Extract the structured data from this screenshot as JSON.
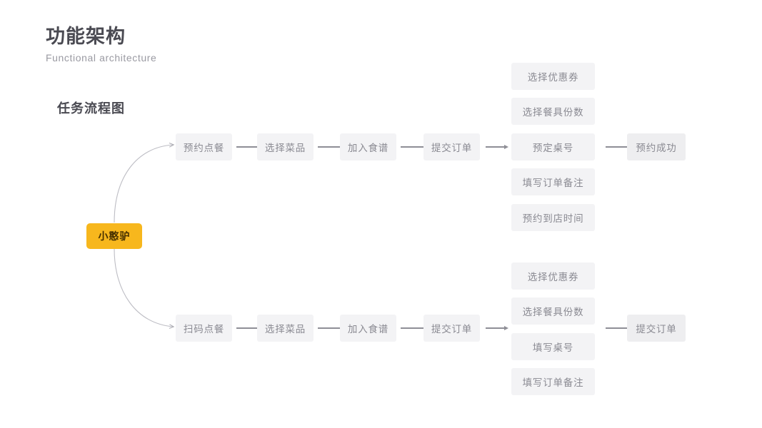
{
  "header": {
    "title": "功能架构",
    "subtitle": "Functional architecture"
  },
  "section": {
    "title": "任务流程图"
  },
  "colors": {
    "background": "#ffffff",
    "node_fill": "#f3f3f5",
    "node_text": "#8a8a92",
    "root_fill": "#f7b71d",
    "root_text": "#463000",
    "edge": "#b4b4bc",
    "arrow": "#8e8e96",
    "title_text": "#4a4a52",
    "subtitle_text": "#9a9aa2"
  },
  "chart_data": {
    "type": "diagram",
    "title": "任务流程图",
    "root": {
      "id": "root",
      "label": "小憨驴"
    },
    "branches": [
      {
        "id": "branch-reservation",
        "steps": [
          {
            "id": "r-step-1",
            "label": "预约点餐"
          },
          {
            "id": "r-step-2",
            "label": "选择菜品"
          },
          {
            "id": "r-step-3",
            "label": "加入食谱"
          },
          {
            "id": "r-step-4",
            "label": "提交订单"
          }
        ],
        "options": [
          {
            "id": "r-opt-1",
            "label": "选择优惠券"
          },
          {
            "id": "r-opt-2",
            "label": "选择餐具份数"
          },
          {
            "id": "r-opt-3",
            "label": "预定桌号"
          },
          {
            "id": "r-opt-4",
            "label": "填写订单备注"
          },
          {
            "id": "r-opt-5",
            "label": "预约到店时间"
          }
        ],
        "result": {
          "id": "r-result",
          "label": "预约成功"
        }
      },
      {
        "id": "branch-scan",
        "steps": [
          {
            "id": "s-step-1",
            "label": "扫码点餐"
          },
          {
            "id": "s-step-2",
            "label": "选择菜品"
          },
          {
            "id": "s-step-3",
            "label": "加入食谱"
          },
          {
            "id": "s-step-4",
            "label": "提交订单"
          }
        ],
        "options": [
          {
            "id": "s-opt-1",
            "label": "选择优惠券"
          },
          {
            "id": "s-opt-2",
            "label": "选择餐具份数"
          },
          {
            "id": "s-opt-3",
            "label": "填写桌号"
          },
          {
            "id": "s-opt-4",
            "label": "填写订单备注"
          }
        ],
        "result": {
          "id": "s-result",
          "label": "提交订单"
        }
      }
    ],
    "edges": [
      {
        "from": "root",
        "to": "r-step-1",
        "kind": "curve"
      },
      {
        "from": "root",
        "to": "s-step-1",
        "kind": "curve"
      },
      {
        "from": "r-step-1",
        "to": "r-step-2",
        "kind": "arrow"
      },
      {
        "from": "r-step-2",
        "to": "r-step-3",
        "kind": "arrow"
      },
      {
        "from": "r-step-3",
        "to": "r-step-4",
        "kind": "arrow"
      },
      {
        "from": "r-step-4",
        "to": "r-options",
        "kind": "arrow"
      },
      {
        "from": "r-options",
        "to": "r-result",
        "kind": "arrow"
      },
      {
        "from": "s-step-1",
        "to": "s-step-2",
        "kind": "arrow"
      },
      {
        "from": "s-step-2",
        "to": "s-step-3",
        "kind": "arrow"
      },
      {
        "from": "s-step-3",
        "to": "s-step-4",
        "kind": "arrow"
      },
      {
        "from": "s-step-4",
        "to": "s-options",
        "kind": "arrow"
      },
      {
        "from": "s-options",
        "to": "s-result",
        "kind": "arrow"
      }
    ]
  }
}
